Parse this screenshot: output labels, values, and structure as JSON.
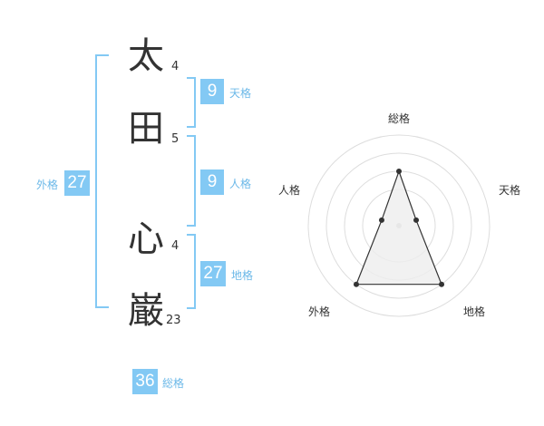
{
  "name_chars": [
    {
      "char": "太",
      "strokes": "4"
    },
    {
      "char": "田",
      "strokes": "5"
    },
    {
      "char": "心",
      "strokes": "4"
    },
    {
      "char": "巌",
      "strokes": "23"
    }
  ],
  "fortunes": {
    "tenkaku": {
      "value": "9",
      "label": "天格"
    },
    "jinkaku": {
      "value": "9",
      "label": "人格"
    },
    "chikaku": {
      "value": "27",
      "label": "地格"
    },
    "gaikaku": {
      "value": "27",
      "label": "外格"
    },
    "soukaku": {
      "value": "36",
      "label": "総格"
    }
  },
  "radar": {
    "axes": [
      "総格",
      "天格",
      "地格",
      "外格",
      "人格"
    ],
    "levels": [
      3,
      1,
      4,
      4,
      1
    ],
    "max_level": 5,
    "accent": "#83c9f4",
    "fill_color": "#eeeeee"
  }
}
